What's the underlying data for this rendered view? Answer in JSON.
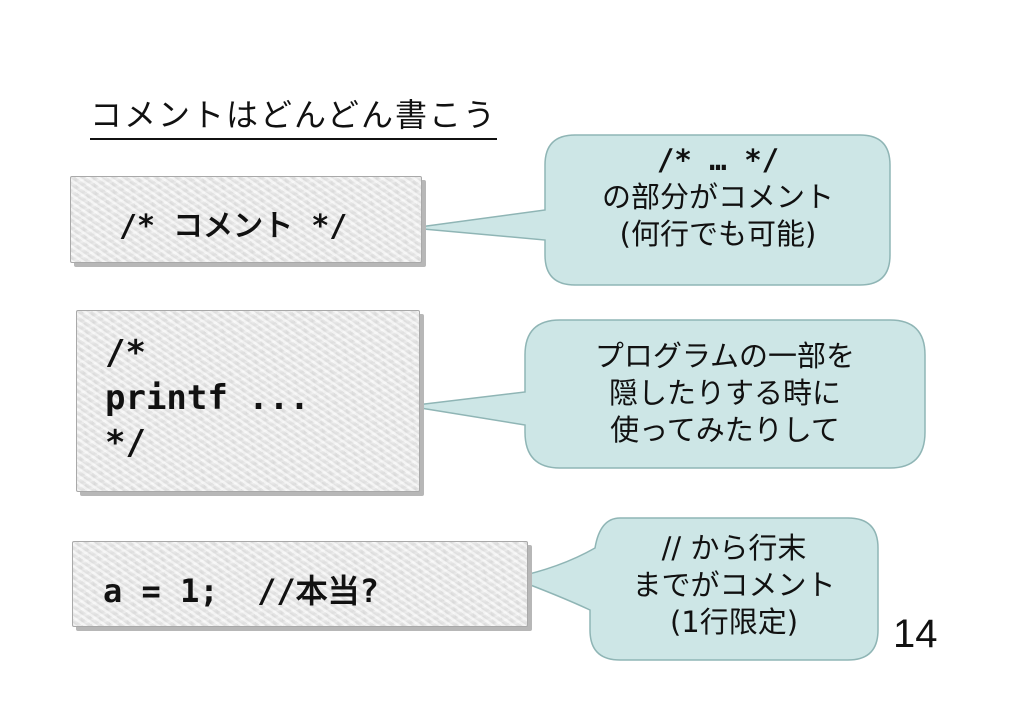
{
  "slide": {
    "title": "コメントはどんどん書こう",
    "page_number": "14"
  },
  "examples": [
    {
      "code_lines": [
        "/* コメント */"
      ],
      "bubble_lines": [
        "/* … */",
        "の部分がコメント",
        "(何行でも可能)"
      ]
    },
    {
      "code_lines": [
        "/*",
        "printf ...",
        "*/"
      ],
      "bubble_lines": [
        "プログラムの一部を",
        "隠したりする時に",
        "使ってみたりして"
      ]
    },
    {
      "code_lines": [
        "a = 1;  //本当?"
      ],
      "bubble_lines": [
        "// から行末",
        "までがコメント",
        "(1行限定)"
      ]
    }
  ],
  "colors": {
    "bubble_fill": "#cde6e6",
    "bubble_stroke": "#8fb5b5",
    "code_box_fill": "#e8e8e8"
  }
}
